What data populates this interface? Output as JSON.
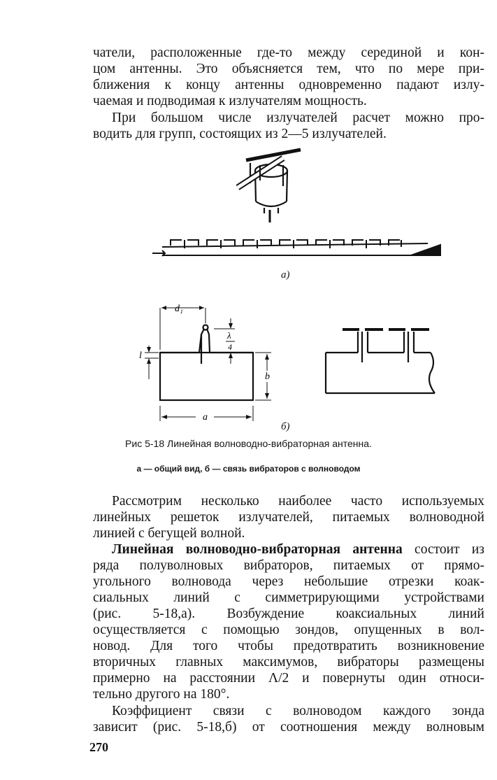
{
  "paragraph1": [
    "чатели, расположенные где-то между серединой и кон-",
    "цом антенны. Это объясняется тем, что по мере при-",
    "ближения к концу антенны одновременно падают излу-",
    "чаемая и подводимая к излучателям мощность."
  ],
  "paragraph2": [
    "При большом числе излучателей расчет можно про-",
    "водить для групп, состоящих из 2—5 излучателей."
  ],
  "figure": {
    "label_a": "а)",
    "label_b": "б)",
    "dim_d1": "d₁",
    "dim_lambda": "λ",
    "dim_four": "4",
    "dim_l": "l",
    "dim_b": "b",
    "dim_a": "a",
    "caption": "Рис 5-18 Линейная волноводно-вибраторная антенна.",
    "legend": "а — общий вид, б — связь вибраторов с волноводом"
  },
  "paragraph3": [
    "Рассмотрим несколько наиболее часто используемых",
    "линейных решеток излучателей, питаемых волноводной",
    "линией с бегущей волной."
  ],
  "paragraph4": {
    "lead_bold": "Линейная волноводно-вибраторная антенна",
    "lead_rest": " состоит из",
    "lines": [
      "ряда полуволновых вибраторов, питаемых от прямо-",
      "угольного волновода через небольшие отрезки коак-",
      "сиальных линий с симметрирующими устройствами",
      "(рис. 5-18,а). Возбуждение коаксиальных линий",
      "осуществляется с помощью зондов, опущенных в вол-",
      "новод. Для того чтобы предотвратить возникновение",
      "вторичных главных максимумов, вибраторы размещены",
      "примерно на расстоянии Λ/2 и повернуты один относи-",
      "тельно другого на 180°."
    ]
  },
  "paragraph5": [
    "Коэффициент связи с волноводом каждого зонда",
    "зависит (рис. 5-18,б) от соотношения между волновым"
  ],
  "page_number": "270"
}
